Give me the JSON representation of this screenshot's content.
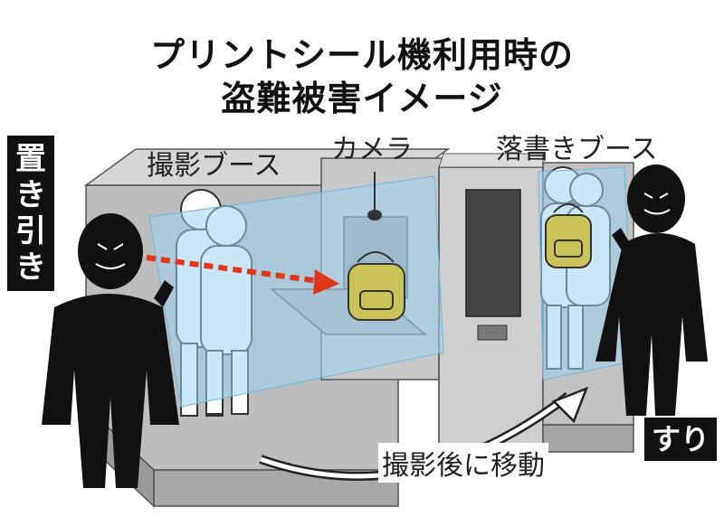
{
  "title": {
    "line1": "プリントシール機利用時の",
    "line2": "盗難被害イメージ"
  },
  "labels": {
    "photo_booth": "撮影ブース",
    "camera": "カメラ",
    "graffiti_booth": "落書きブース",
    "move_after_photo": "撮影後に移動"
  },
  "badges": {
    "leave_behind": [
      "置",
      "き",
      "引",
      "き"
    ],
    "pickpocket": "すり"
  },
  "colors": {
    "booth_gray": "#b5b5b5",
    "booth_dark": "#8a8a8a",
    "curtain_blue": "#9fd3f0",
    "bag_yellow": "#c9c35a",
    "arrow_red": "#e0361c",
    "thief_black": "#111111"
  }
}
